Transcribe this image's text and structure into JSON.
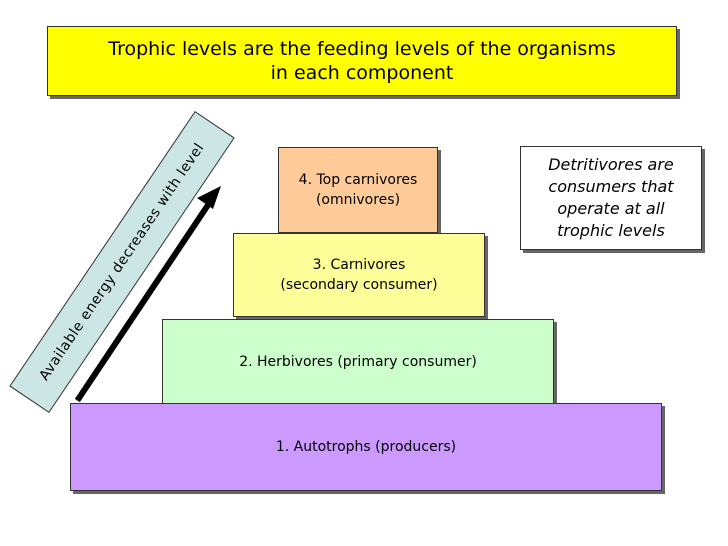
{
  "title": {
    "line1": "Trophic levels are the feeding levels of the organisms",
    "line2": "in each component"
  },
  "pyramid": {
    "level4": {
      "line1": "4. Top carnivores",
      "line2": "(omnivores)"
    },
    "level3": {
      "line1": "3. Carnivores",
      "line2": "(secondary consumer)"
    },
    "level2": {
      "label": "2. Herbivores (primary consumer)"
    },
    "level1": {
      "label": "1. Autotrophs (producers)"
    }
  },
  "side_note": {
    "line1": "Detritivores are",
    "line2": "consumers that",
    "line3": "operate at all",
    "line4": "trophic levels"
  },
  "energy_label": "Available energy decreases with level",
  "colors": {
    "title_bg": "#ffff00",
    "level4": "#ffcc99",
    "level3": "#ffff99",
    "level2": "#ccffcc",
    "level1": "#cc99ff",
    "banner": "#cce6e6"
  },
  "icons": {
    "energy_arrow": "arrow-up-right-icon"
  }
}
